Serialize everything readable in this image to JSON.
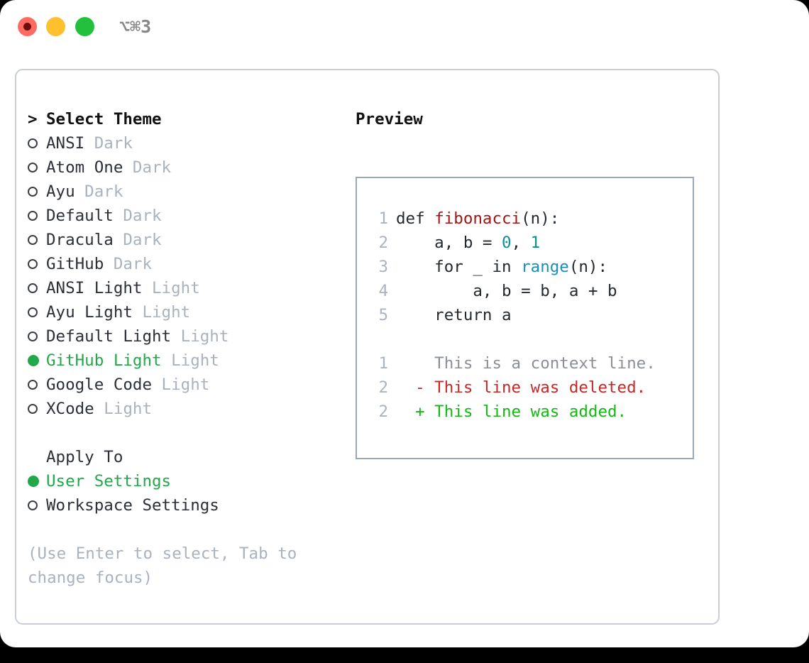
{
  "titlebar": {
    "shortcut": "⌥⌘3",
    "buttons": [
      {
        "name": "close",
        "color": "#ff6b61"
      },
      {
        "name": "minimize",
        "color": "#ffc02e"
      },
      {
        "name": "maximize",
        "color": "#22c03c"
      }
    ]
  },
  "theme_list": {
    "header_caret": ">",
    "header": "Select Theme",
    "items": [
      {
        "marker": "○",
        "label": "ANSI",
        "tag": "Dark",
        "selected": false
      },
      {
        "marker": "○",
        "label": "Atom One",
        "tag": "Dark",
        "selected": false
      },
      {
        "marker": "○",
        "label": "Ayu",
        "tag": "Dark",
        "selected": false
      },
      {
        "marker": "○",
        "label": "Default",
        "tag": "Dark",
        "selected": false
      },
      {
        "marker": "○",
        "label": "Dracula",
        "tag": "Dark",
        "selected": false
      },
      {
        "marker": "○",
        "label": "GitHub",
        "tag": "Dark",
        "selected": false
      },
      {
        "marker": "○",
        "label": "ANSI Light",
        "tag": "Light",
        "selected": false
      },
      {
        "marker": "○",
        "label": "Ayu Light",
        "tag": "Light",
        "selected": false
      },
      {
        "marker": "○",
        "label": "Default Light",
        "tag": "Light",
        "selected": false
      },
      {
        "marker": "●",
        "label": "GitHub Light",
        "tag": "Light",
        "selected": true
      },
      {
        "marker": "○",
        "label": "Google Code",
        "tag": "Light",
        "selected": false
      },
      {
        "marker": "○",
        "label": "XCode",
        "tag": "Light",
        "selected": false
      }
    ]
  },
  "apply_to": {
    "header": "Apply To",
    "options": [
      {
        "marker": "●",
        "label": "User Settings",
        "selected": true
      },
      {
        "marker": "○",
        "label": "Workspace Settings",
        "selected": false
      }
    ]
  },
  "hint": "(Use Enter to select, Tab to change focus)",
  "preview": {
    "title": "Preview",
    "code_lines": [
      {
        "num": "1",
        "tokens": [
          {
            "t": "def ",
            "c": "tok-plain"
          },
          {
            "t": "fibonacci",
            "c": "tok-fn"
          },
          {
            "t": "(n):",
            "c": "tok-plain"
          }
        ]
      },
      {
        "num": "2",
        "tokens": [
          {
            "t": "    a, b = ",
            "c": "tok-plain"
          },
          {
            "t": "0",
            "c": "tok-num"
          },
          {
            "t": ", ",
            "c": "tok-plain"
          },
          {
            "t": "1",
            "c": "tok-num"
          }
        ]
      },
      {
        "num": "3",
        "tokens": [
          {
            "t": "    for _ in ",
            "c": "tok-plain"
          },
          {
            "t": "range",
            "c": "tok-call"
          },
          {
            "t": "(n):",
            "c": "tok-plain"
          }
        ]
      },
      {
        "num": "4",
        "tokens": [
          {
            "t": "        a, b = b, a + b",
            "c": "tok-plain"
          }
        ]
      },
      {
        "num": "5",
        "tokens": [
          {
            "t": "    return a",
            "c": "tok-plain"
          }
        ]
      }
    ],
    "diff_lines": [
      {
        "num": "1",
        "sign": " ",
        "text": "This is a context line.",
        "kind": "d-ctx"
      },
      {
        "num": "2",
        "sign": "-",
        "text": "This line was deleted.",
        "kind": "d-del"
      },
      {
        "num": "2",
        "sign": "+",
        "text": "This line was added.",
        "kind": "d-add"
      }
    ]
  },
  "colors": {
    "accent_green": "#22a84a",
    "diff_add": "#14b814",
    "diff_del": "#c62828",
    "muted": "#a9b2bd",
    "border": "#9aa7b4"
  }
}
